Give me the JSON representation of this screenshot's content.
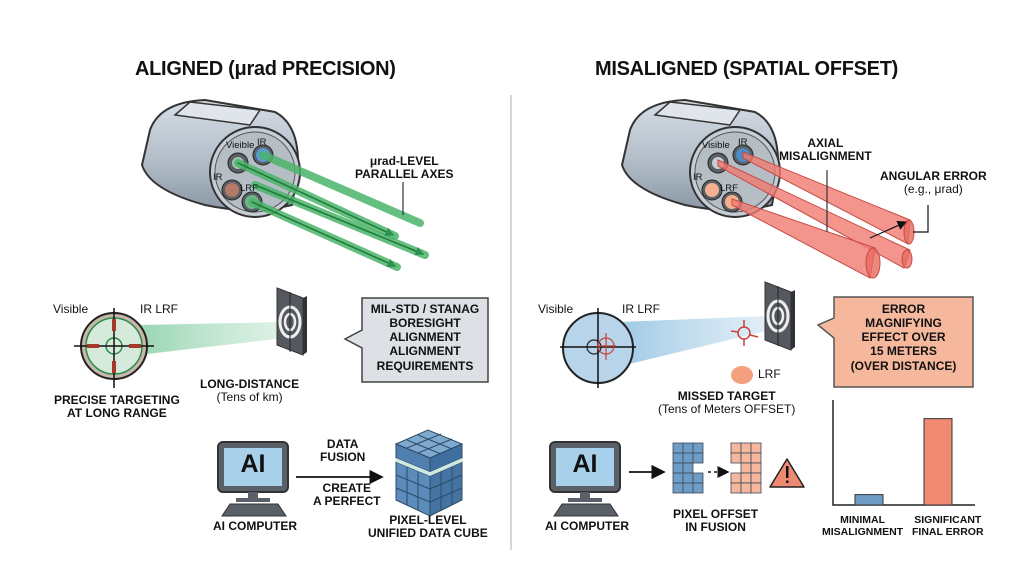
{
  "left_panel": {
    "title": "ALIGNED (μrad PRECISION)",
    "sensor": {
      "lens_labels": [
        "Vieible",
        "IR",
        "IR",
        "LRF"
      ],
      "beam_color": "#5cc47a"
    },
    "axes_label": [
      "μrad-LEVEL",
      "PARALLEL AXES"
    ],
    "reticle": {
      "label_left": "Visible",
      "label_right": "IR LRF",
      "caption": [
        "PRECISE TARGETING",
        "AT LONG RANGE"
      ]
    },
    "distance_label": [
      "LONG-DISTANCE",
      "(Tens of km)"
    ],
    "callout": [
      "MIL-STD / STANAG",
      "BORESIGHT",
      "ALIGNMENT",
      "ALIGNMENT",
      "REQUIREMENTS"
    ],
    "computer": {
      "screen_text": "AI",
      "caption": "AI COMPUTER"
    },
    "fusion_arrow": {
      "above": [
        "DATA",
        "FUSION"
      ],
      "below": [
        "CREATE",
        "A PERFECT"
      ]
    },
    "cube_caption": [
      "PIXEL-LEVEL",
      "UNIFIED DATA CUBE"
    ]
  },
  "right_panel": {
    "title": "MISALIGNED (SPATIAL OFFSET)",
    "sensor": {
      "lens_labels": [
        "Visible",
        "IR",
        "IR",
        "LRF"
      ],
      "beam_color": "#f07a70"
    },
    "axial_label": [
      "AXIAL",
      "MISALIGNMENT"
    ],
    "angular_label": [
      "ANGULAR ERROR",
      "(e.g., μrad)"
    ],
    "reticle": {
      "label_left": "Visible",
      "label_right": "IR LRF"
    },
    "lrf_label": "LRF",
    "missed_label": [
      "MISSED TARGET",
      "(Tens of Meters OFFSET)"
    ],
    "callout": [
      "ERROR",
      "MAGNIFYING",
      "EFFECT OVER",
      "15 METERS",
      "(OVER DISTANCE)"
    ],
    "computer": {
      "screen_text": "AI",
      "caption": "AI COMPUTER"
    },
    "pixel_caption": [
      "PIXEL OFFSET",
      "IN FUSION"
    ],
    "warning_icon": "warning-triangle"
  },
  "chart_data": {
    "type": "bar",
    "title": "",
    "categories": [
      "MINIMAL MISALIGNMENT",
      "SIGNIFICANT FINAL ERROR"
    ],
    "category_lines": [
      [
        "MINIMAL",
        "MISALIGNMENT"
      ],
      [
        "SIGNIFICANT",
        "FINAL ERROR"
      ]
    ],
    "values": [
      0.12,
      1.0
    ],
    "colors": [
      "#6f9cc4",
      "#f08a72"
    ],
    "xlabel": "",
    "ylabel": "",
    "ylim": [
      0,
      1.1
    ],
    "grid": false,
    "legend": "none"
  }
}
